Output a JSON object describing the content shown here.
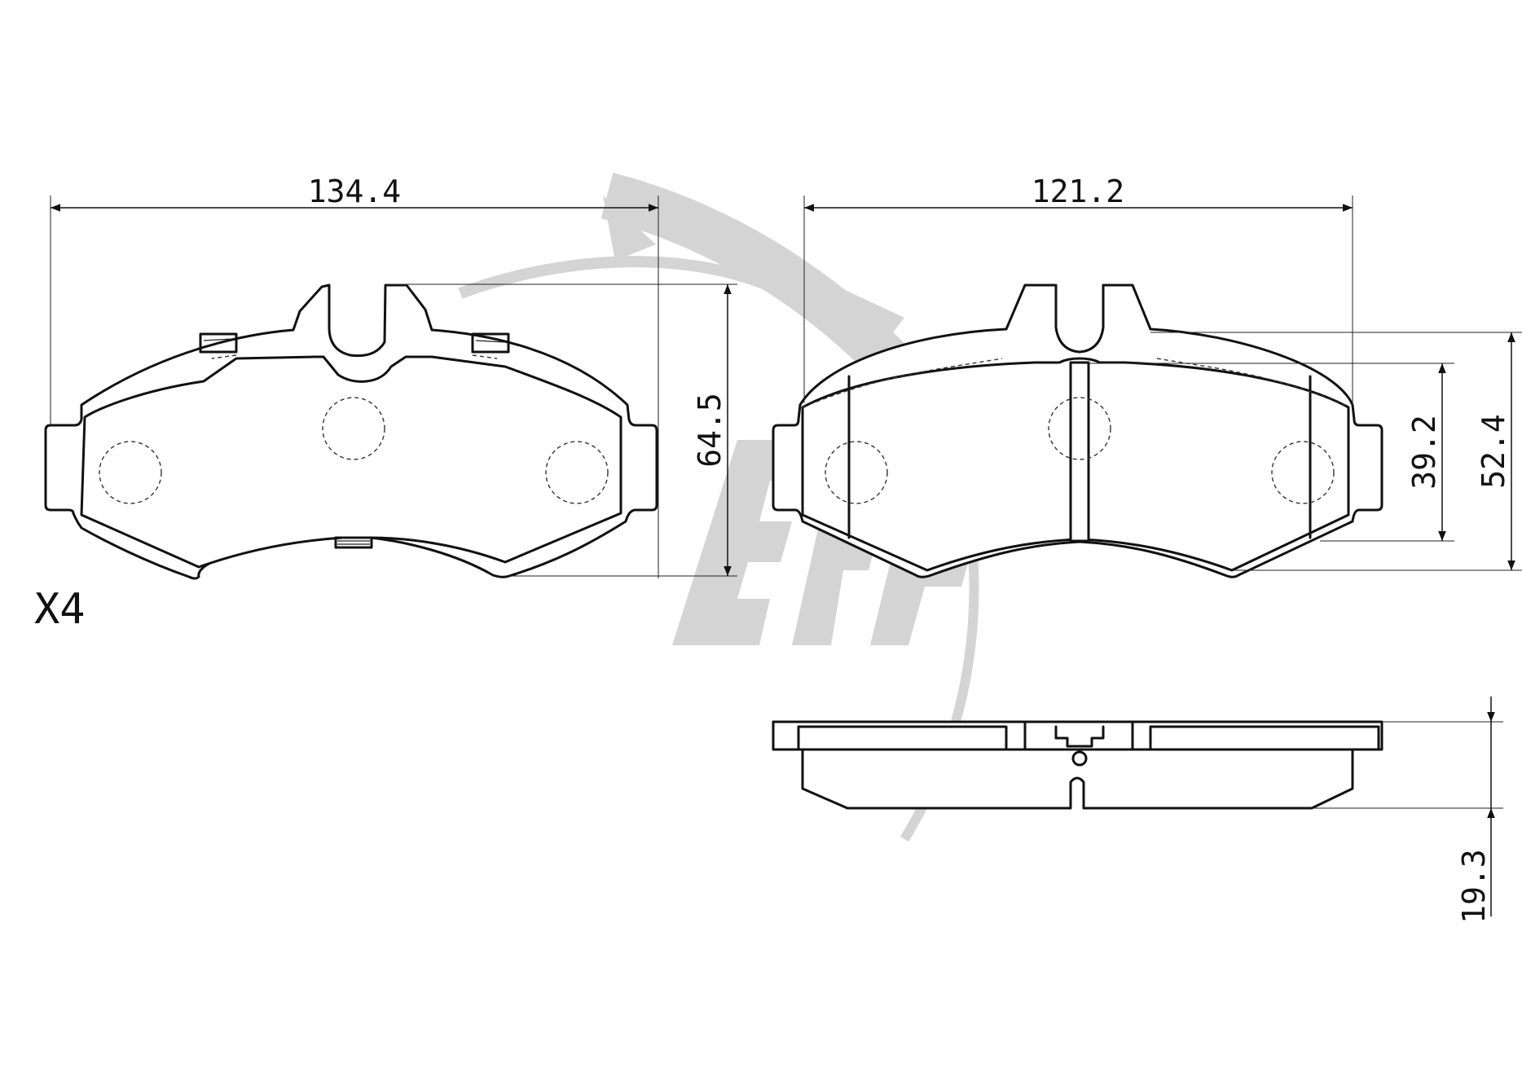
{
  "dimensions": {
    "left_pad_width": "134.4",
    "left_pad_height": "64.5",
    "right_pad_width": "121.2",
    "right_pad_inner_height": "39.2",
    "right_pad_outer_height": "52.4",
    "side_thickness": "19.3"
  },
  "quantity": "X4",
  "watermark": {
    "icon": "ebc-logo-icon",
    "color": "#d4d4d4"
  }
}
